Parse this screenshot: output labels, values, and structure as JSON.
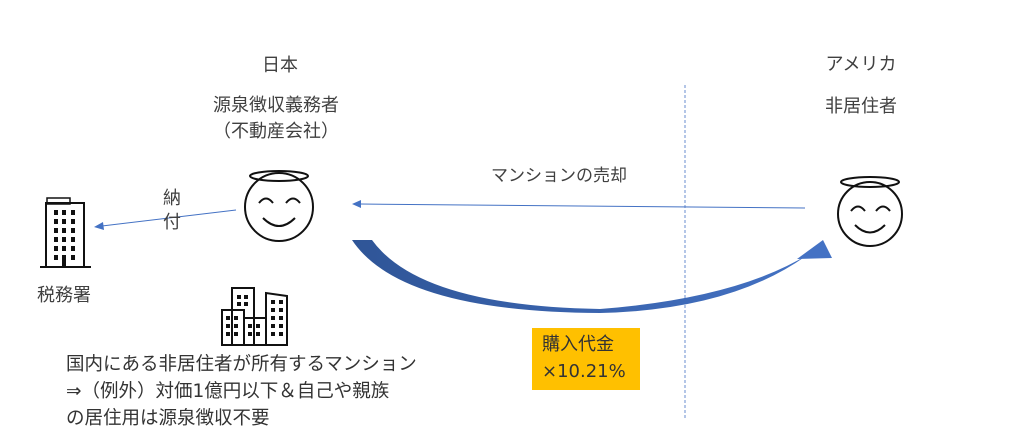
{
  "left": {
    "country": "日本",
    "role_line1": "源泉徴収義務者",
    "role_line2": "（不動産会社）"
  },
  "right": {
    "country": "アメリカ",
    "role": "非居住者"
  },
  "tax_office": {
    "label": "税務署"
  },
  "payment": {
    "char1": "納",
    "char2": "付"
  },
  "sale_arrow_label": "マンションの売却",
  "price_box": {
    "line1": "購入代金",
    "line2": "×10.21%",
    "color": "#FFC000"
  },
  "note": {
    "line1": "国内にある非居住者が所有するマンション",
    "line2": "⇒（例外）対価1億円以下＆自己や親族",
    "line3": "の居住用は源泉徴収不要"
  },
  "colors": {
    "arrow": "#4472C4",
    "thick_arrow": "#3A64B0"
  }
}
